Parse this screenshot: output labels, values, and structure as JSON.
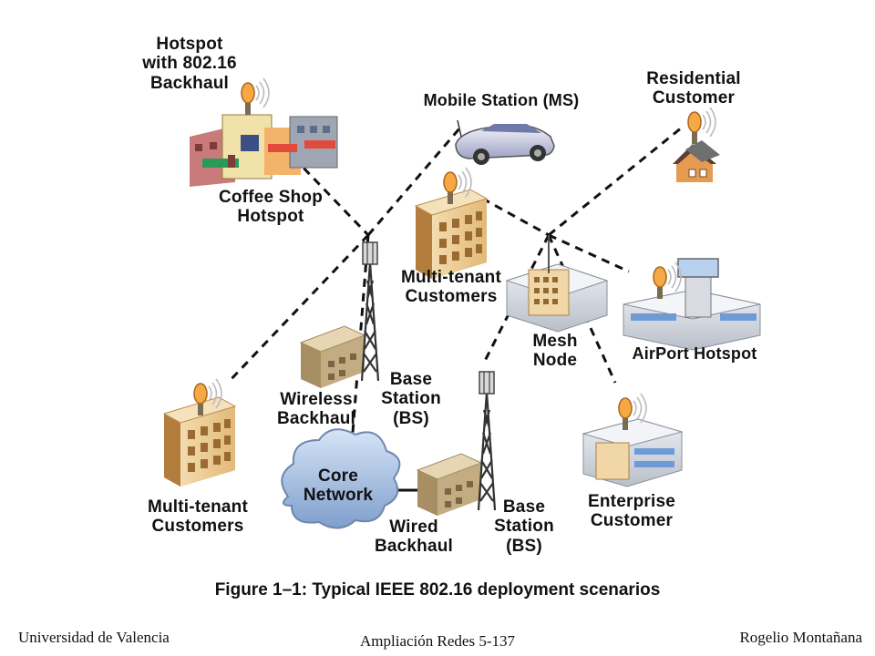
{
  "labels": {
    "hotspot_backhaul": "Hotspot\nwith 802.16\nBackhaul",
    "mobile_station": "Mobile Station (MS)",
    "residential_customer": "Residential\nCustomer",
    "coffee_shop": "Coffee Shop\nHotspot",
    "multi_tenant_top": "Multi-tenant\nCustomers",
    "mesh_node": "Mesh\nNode",
    "airport_hotspot": "AirPort Hotspot",
    "wireless_backhaul": "Wireless\nBackhaul",
    "base_station_left": "Base\nStation\n(BS)",
    "core_network": "Core\nNetwork",
    "wired_backhaul": "Wired\nBackhaul",
    "base_station_right": "Base\nStation\n(BS)",
    "enterprise_customer": "Enterprise\nCustomer",
    "multi_tenant_bottom": "Multi-tenant\nCustomers"
  },
  "caption": "Figure 1–1:   Typical IEEE 802.16 deployment scenarios",
  "footer": {
    "left": "Universidad de Valencia",
    "center": "Ampliación Redes 5-137",
    "right": "Rogelio Montañana"
  }
}
